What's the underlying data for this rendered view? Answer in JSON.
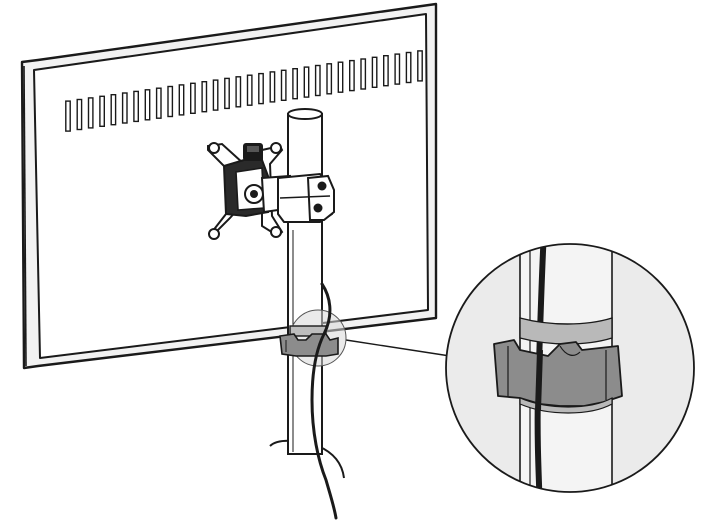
{
  "diagram": {
    "colors": {
      "outline": "#1a1a1a",
      "monitor_back": "#ffffff",
      "monitor_frame": "#f2f2f2",
      "pole": "#ffffff",
      "clip_dark": "#8c8c8c",
      "clip_light": "#b9b9b9",
      "callout_fill": "#ebebeb",
      "callout_pole": "#f4f4f4",
      "cable": "#1a1a1a"
    },
    "parts": [
      "monitor",
      "vesa-mount",
      "pole",
      "cable-clip",
      "cable",
      "base",
      "detail-callout"
    ],
    "vent_slots": 32
  }
}
